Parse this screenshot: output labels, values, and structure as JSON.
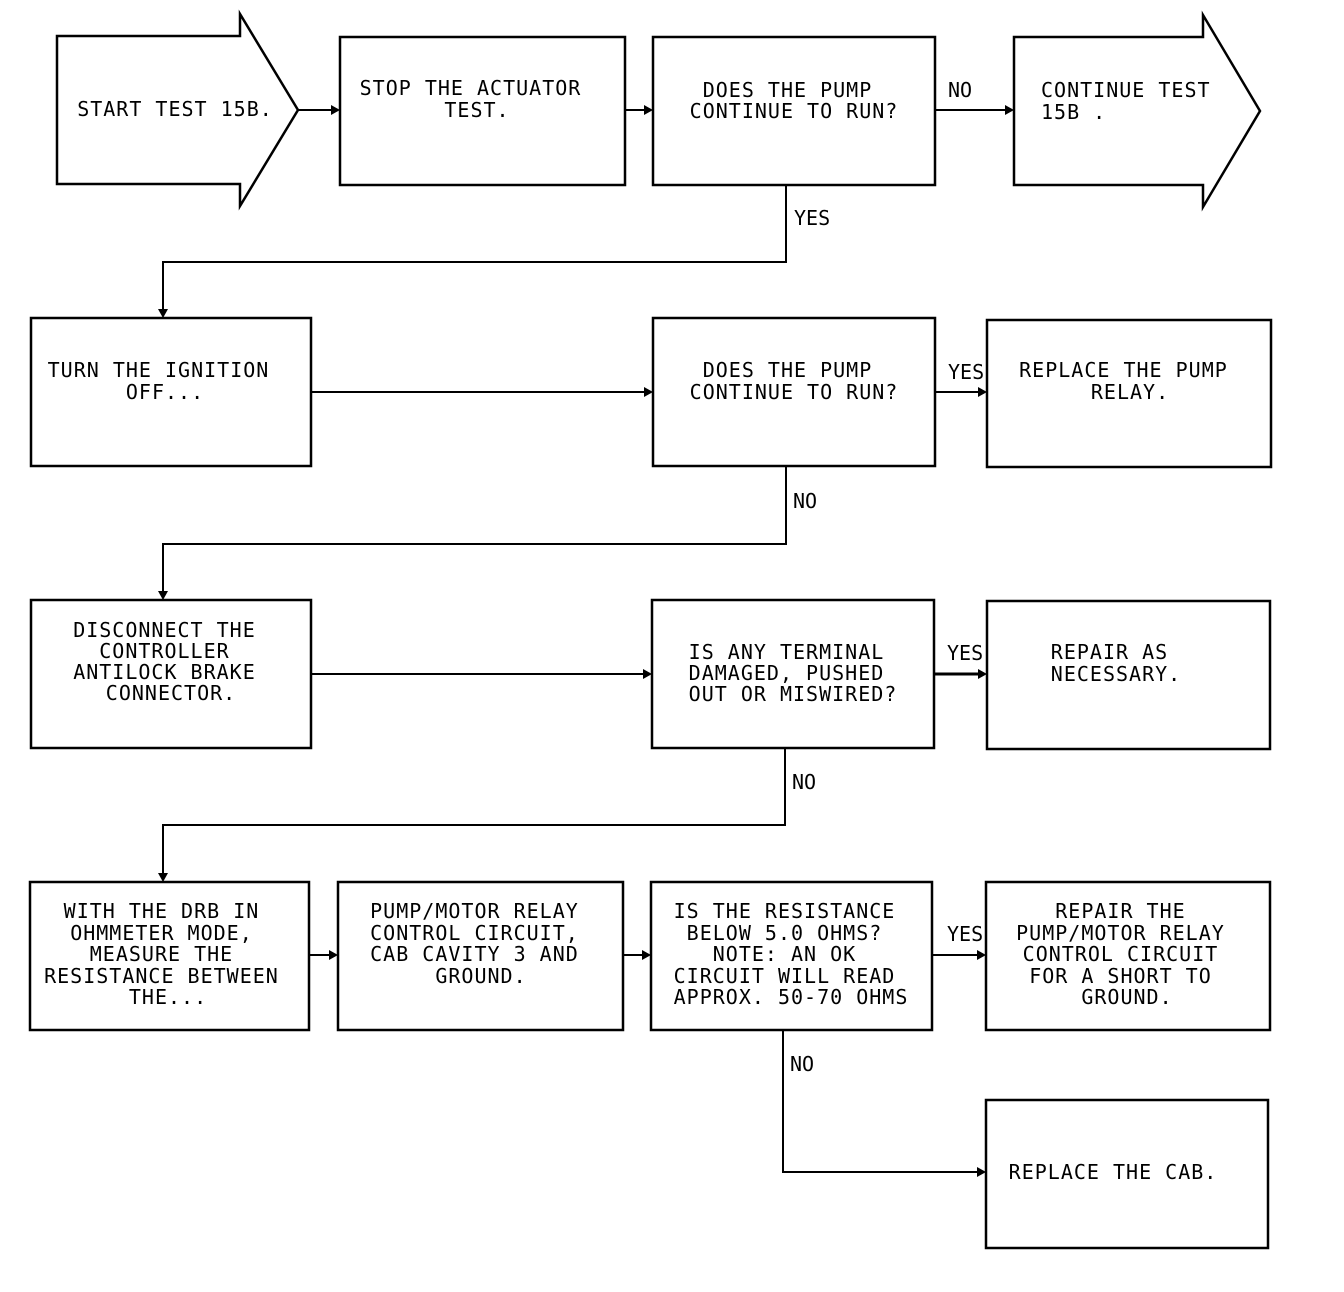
{
  "nodes": {
    "start": {
      "lines": [
        "START TEST 15B."
      ]
    },
    "stop_actuator": {
      "lines": [
        "STOP THE ACTUATOR",
        "TEST."
      ]
    },
    "pump_run_1": {
      "lines": [
        "DOES THE PUMP",
        "CONTINUE TO RUN?"
      ]
    },
    "continue_test": {
      "lines": [
        "CONTINUE TEST",
        "15B ."
      ]
    },
    "ignition_off": {
      "lines": [
        "TURN THE IGNITION",
        "OFF..."
      ]
    },
    "pump_run_2": {
      "lines": [
        "DOES THE PUMP",
        "CONTINUE TO RUN?"
      ]
    },
    "replace_relay": {
      "lines": [
        "REPLACE THE PUMP",
        "RELAY."
      ]
    },
    "disconnect": {
      "lines": [
        "DISCONNECT THE",
        "CONTROLLER",
        "ANTILOCK BRAKE",
        "CONNECTOR."
      ]
    },
    "terminal_check": {
      "lines": [
        "IS ANY TERMINAL",
        "DAMAGED, PUSHED",
        "OUT OR MISWIRED?"
      ]
    },
    "repair_necessary": {
      "lines": [
        "REPAIR AS",
        "NECESSARY."
      ]
    },
    "drb_measure": {
      "lines": [
        "WITH THE DRB IN",
        "OHMMETER MODE,",
        "MEASURE THE",
        "RESISTANCE BETWEEN",
        "THE..."
      ]
    },
    "relay_circuit": {
      "lines": [
        "PUMP/MOTOR RELAY",
        "CONTROL CIRCUIT,",
        "CAB CAVITY 3 AND",
        "GROUND."
      ]
    },
    "resistance_check": {
      "lines": [
        "IS THE RESISTANCE",
        "BELOW 5.0 OHMS?",
        "NOTE: AN OK",
        "CIRCUIT WILL READ",
        "APPROX. 50-70 OHMS"
      ]
    },
    "repair_short": {
      "lines": [
        "REPAIR THE",
        "PUMP/MOTOR RELAY",
        "CONTROL CIRCUIT",
        "FOR A SHORT TO",
        "GROUND."
      ]
    },
    "replace_cab": {
      "lines": [
        "REPLACE THE CAB."
      ]
    }
  },
  "edge_labels": {
    "pump1_no": "NO",
    "pump1_yes": "YES",
    "pump2_yes": "YES",
    "pump2_no": "NO",
    "terminal_yes": "YES",
    "terminal_no": "NO",
    "resistance_yes": "YES",
    "resistance_no": "NO"
  }
}
